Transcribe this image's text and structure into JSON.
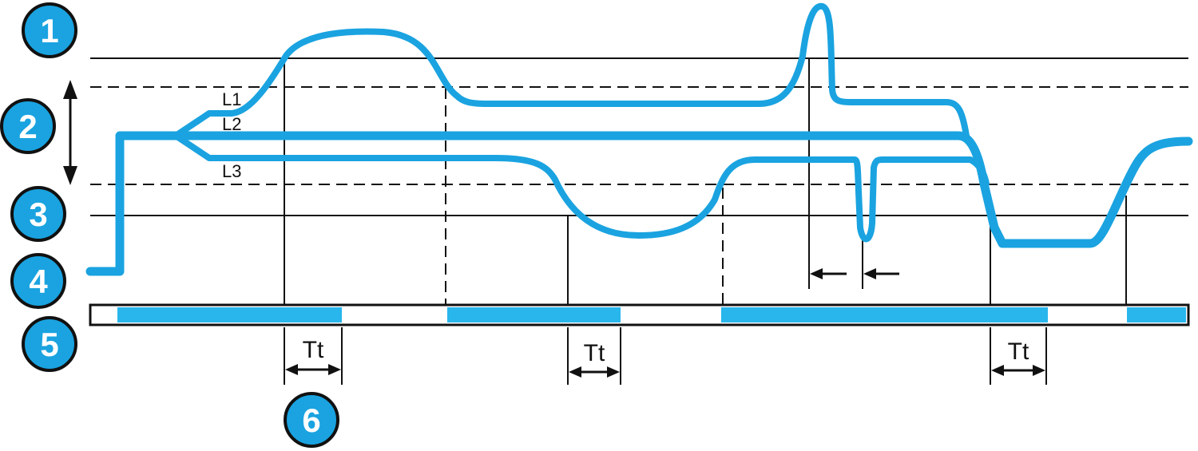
{
  "markers": [
    "1",
    "2",
    "3",
    "4",
    "5",
    "6"
  ],
  "levels": {
    "l1": "L1",
    "l2": "L2",
    "l3": "L3"
  },
  "time_label": "Tt",
  "colors": {
    "signal": "#1aa3e0",
    "bar": "#29b6ec",
    "line": "#111111",
    "badge_fill": "#1aa3e0",
    "badge_stroke": "#111111"
  }
}
